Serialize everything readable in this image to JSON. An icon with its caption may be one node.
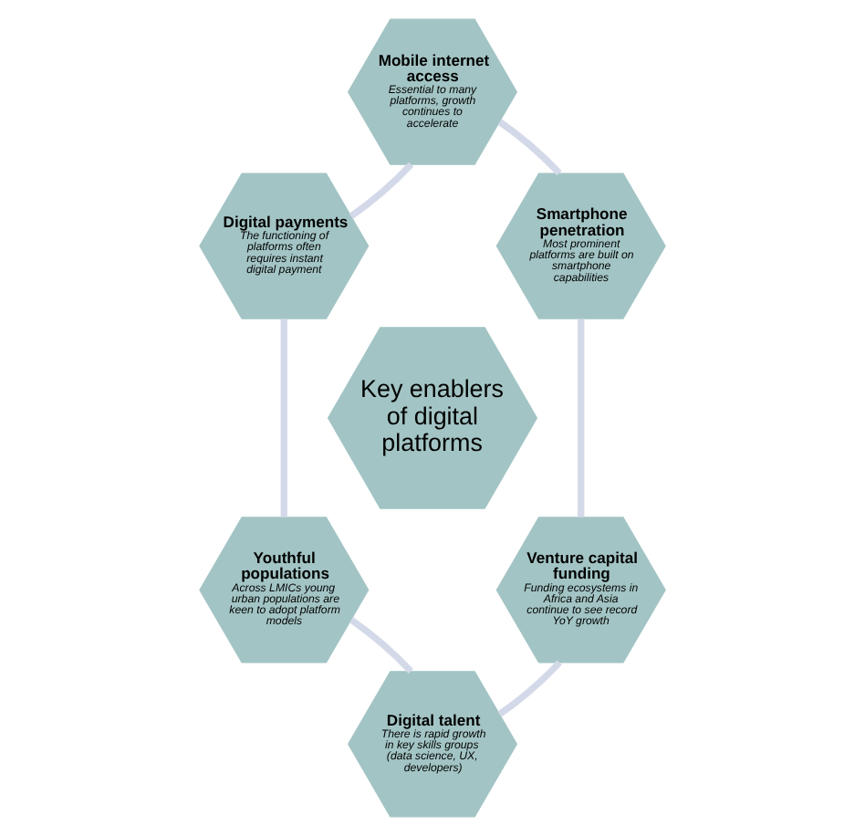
{
  "diagram": {
    "nodes": [
      {
        "text": [
          "Mobile internet access",
          "Essential to many platforms, growth continues to accelerate"
        ]
      },
      {
        "text": [
          "Digital payments",
          "The functioning of platforms often requires instant digital payment"
        ]
      },
      {
        "text": [
          "Smartphone penetration",
          "Most prominent platforms are built on smartphone capabilities"
        ]
      },
      {
        "text": [
          "Key enablers of digital platforms"
        ]
      },
      {
        "text": [
          "Youthful populations",
          "Across LMICs young urban populations are keen to adopt platform models"
        ]
      },
      {
        "text": [
          "Venture capital funding",
          "Funding ecosystems in Africa and Asia continue to see record YoY growth"
        ]
      },
      {
        "text": [
          "Digital talent",
          "There is rapid growth in key skills groups (data science, UX, developers)"
        ]
      }
    ],
    "edges": [
      {
        "from": 0,
        "to": 2,
        "arrow": "none"
      },
      {
        "from": 2,
        "to": 5,
        "arrow": "none"
      },
      {
        "from": 5,
        "to": 6,
        "arrow": "none"
      },
      {
        "from": 6,
        "to": 4,
        "arrow": "none"
      },
      {
        "from": 4,
        "to": 1,
        "arrow": "none"
      },
      {
        "from": 1,
        "to": 0,
        "arrow": "none"
      }
    ]
  }
}
